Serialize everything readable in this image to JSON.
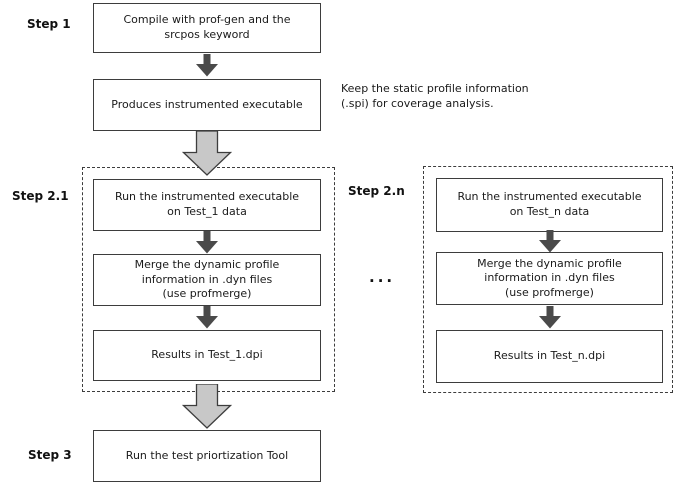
{
  "colors": {
    "background": "#ffffff",
    "box_border": "#3d3d3d",
    "text": "#1a1a1a",
    "small_arrow": "#4a4a4a",
    "big_arrow_fill": "#c8c8c8",
    "big_arrow_border": "#3d3d3d"
  },
  "labels": {
    "step1": "Step 1",
    "step2_1": "Step 2.1",
    "step2_n": "Step 2.n",
    "step3": "Step 3",
    "ellipsis": "..."
  },
  "boxes": {
    "compile": "Compile with prof-gen and the\nsrcpos keyword",
    "produces": "Produces instrumented executable",
    "run_test1": "Run the instrumented executable\non Test_1 data",
    "merge_test1": "Merge the dynamic profile\ninformation in .dyn files\n(use profmerge)",
    "results_test1": "Results in Test_1.dpi",
    "run_testn": "Run the instrumented executable\non Test_n data",
    "merge_testn": "Merge the dynamic profile\ninformation in .dyn files\n(use profmerge)",
    "results_testn": "Results in Test_n.dpi",
    "run_tool": "Run the test priortization Tool"
  },
  "note": "Keep the static profile information\n(.spi) for coverage analysis."
}
